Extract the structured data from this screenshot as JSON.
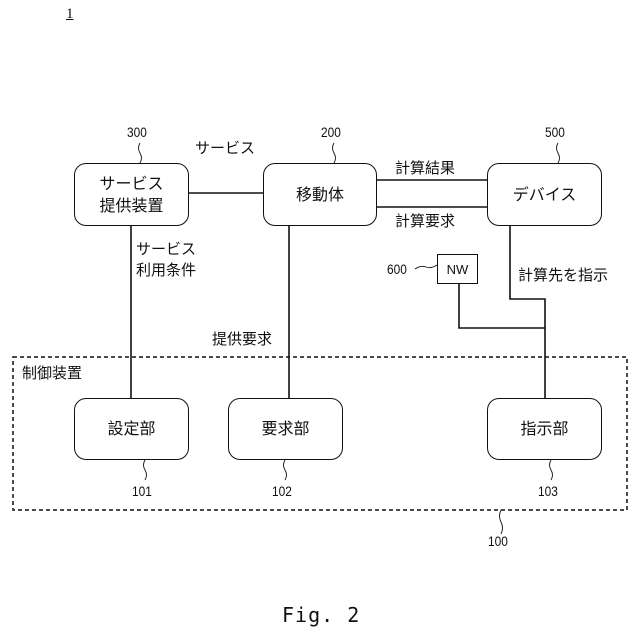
{
  "figure": {
    "system_ref": "1",
    "caption": "Fig. 2"
  },
  "nodes": {
    "service_provider": {
      "ref": "300",
      "line1": "サービス",
      "line2": "提供装置"
    },
    "mobile": {
      "ref": "200",
      "label": "移動体"
    },
    "device": {
      "ref": "500",
      "label": "デバイス"
    },
    "network": {
      "ref": "600",
      "label": "NW"
    },
    "control_device": {
      "ref": "100",
      "label": "制御装置"
    },
    "setting_unit": {
      "ref": "101",
      "label": "設定部"
    },
    "request_unit": {
      "ref": "102",
      "label": "要求部"
    },
    "instruction_unit": {
      "ref": "103",
      "label": "指示部"
    }
  },
  "edges": {
    "service": "サービス",
    "calc_result": "計算結果",
    "calc_request": "計算要求",
    "service_terms_line1": "サービス",
    "service_terms_line2": "利用条件",
    "provide_request": "提供要求",
    "calc_destination": "計算先を指示"
  }
}
